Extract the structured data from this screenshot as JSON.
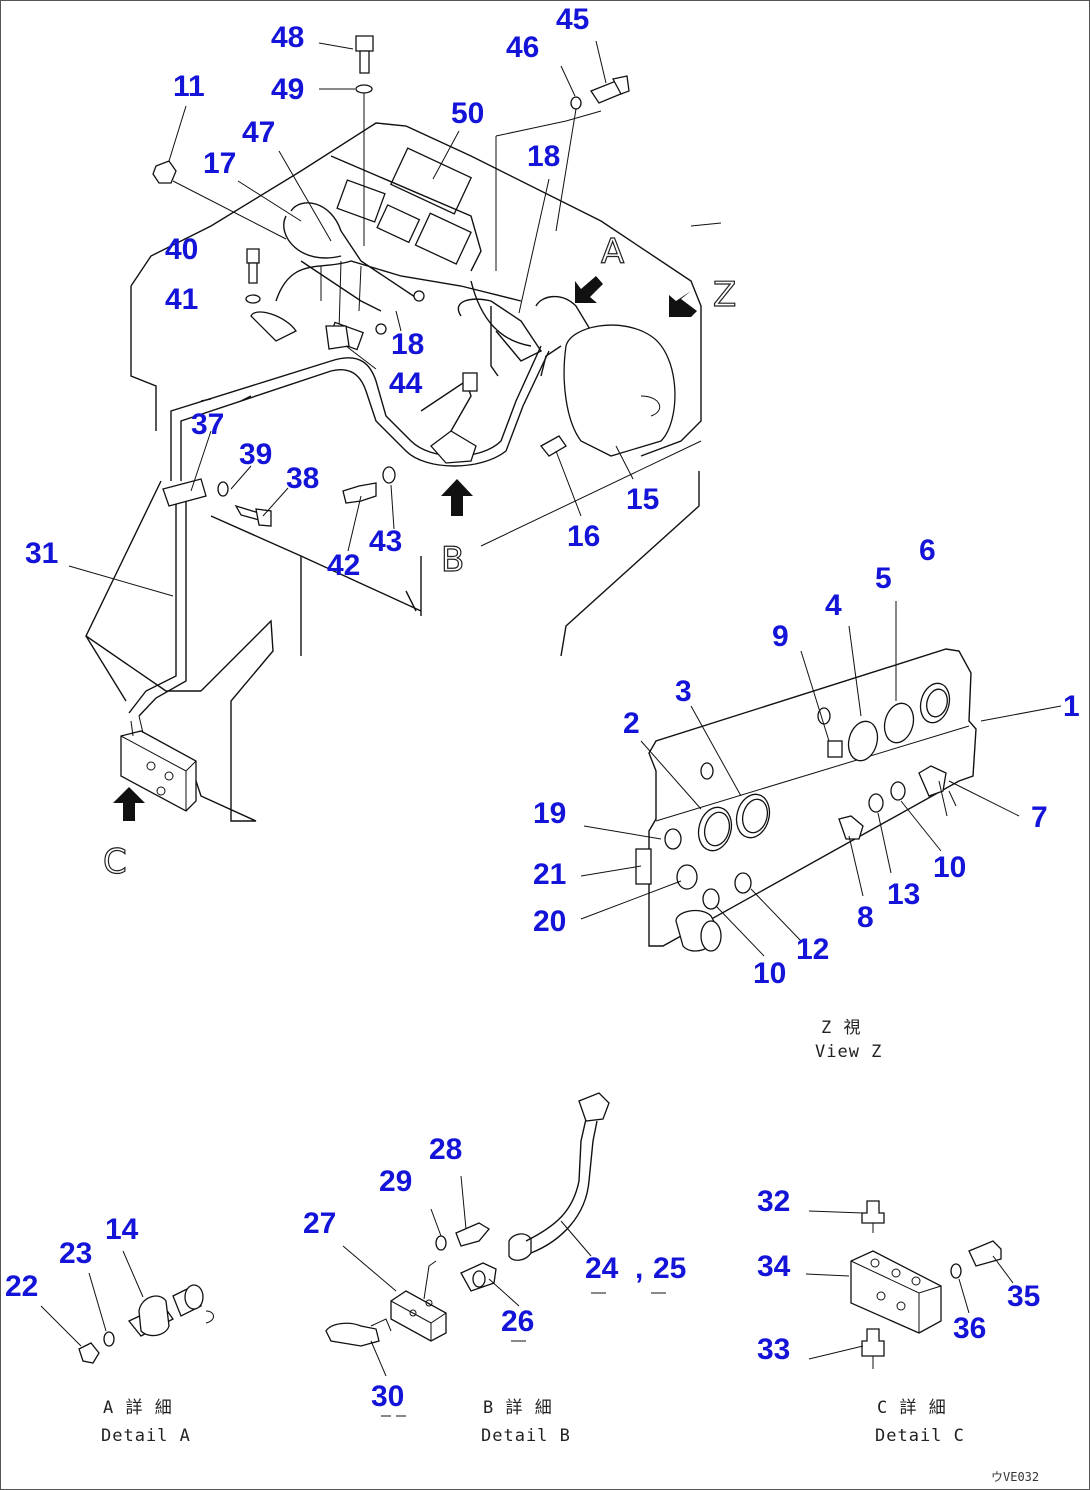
{
  "drawing_code": "ウVE032",
  "view_letters": {
    "a": "A",
    "b": "B",
    "c": "C",
    "z": "Z"
  },
  "captions": [
    {
      "id": "view-z",
      "jp": "Z 視",
      "en": "View Z"
    },
    {
      "id": "detail-a",
      "jp": "A 詳 細",
      "en": "Detail A"
    },
    {
      "id": "detail-b",
      "jp": "B 詳 細",
      "en": "Detail B"
    },
    {
      "id": "detail-c",
      "jp": "C 詳 細",
      "en": "Detail C"
    }
  ],
  "callouts": [
    {
      "id": "48",
      "text": "48"
    },
    {
      "id": "45",
      "text": "45"
    },
    {
      "id": "46",
      "text": "46"
    },
    {
      "id": "11",
      "text": "11"
    },
    {
      "id": "49",
      "text": "49"
    },
    {
      "id": "50",
      "text": "50"
    },
    {
      "id": "47",
      "text": "47"
    },
    {
      "id": "17",
      "text": "17"
    },
    {
      "id": "18a",
      "text": "18"
    },
    {
      "id": "40",
      "text": "40"
    },
    {
      "id": "41",
      "text": "41"
    },
    {
      "id": "18b",
      "text": "18"
    },
    {
      "id": "44",
      "text": "44"
    },
    {
      "id": "37",
      "text": "37"
    },
    {
      "id": "39",
      "text": "39"
    },
    {
      "id": "38",
      "text": "38"
    },
    {
      "id": "43",
      "text": "43"
    },
    {
      "id": "42",
      "text": "42"
    },
    {
      "id": "16",
      "text": "16"
    },
    {
      "id": "15",
      "text": "15"
    },
    {
      "id": "31",
      "text": "31"
    },
    {
      "id": "6",
      "text": "6"
    },
    {
      "id": "5",
      "text": "5"
    },
    {
      "id": "4",
      "text": "4"
    },
    {
      "id": "9",
      "text": "9"
    },
    {
      "id": "3",
      "text": "3"
    },
    {
      "id": "2",
      "text": "2"
    },
    {
      "id": "1",
      "text": "1"
    },
    {
      "id": "7",
      "text": "7"
    },
    {
      "id": "19",
      "text": "19"
    },
    {
      "id": "10a",
      "text": "10"
    },
    {
      "id": "21",
      "text": "21"
    },
    {
      "id": "13",
      "text": "13"
    },
    {
      "id": "8",
      "text": "8"
    },
    {
      "id": "20",
      "text": "20"
    },
    {
      "id": "12",
      "text": "12"
    },
    {
      "id": "10b",
      "text": "10"
    },
    {
      "id": "28",
      "text": "28"
    },
    {
      "id": "29",
      "text": "29"
    },
    {
      "id": "27",
      "text": "27"
    },
    {
      "id": "14",
      "text": "14"
    },
    {
      "id": "23",
      "text": "23"
    },
    {
      "id": "22",
      "text": "22"
    },
    {
      "id": "24",
      "text": "24"
    },
    {
      "id": "comma",
      "text": ","
    },
    {
      "id": "25",
      "text": "25"
    },
    {
      "id": "26",
      "text": "26"
    },
    {
      "id": "30",
      "text": "30"
    },
    {
      "id": "32",
      "text": "32"
    },
    {
      "id": "34",
      "text": "34"
    },
    {
      "id": "35",
      "text": "35"
    },
    {
      "id": "36",
      "text": "36"
    },
    {
      "id": "33",
      "text": "33"
    }
  ]
}
